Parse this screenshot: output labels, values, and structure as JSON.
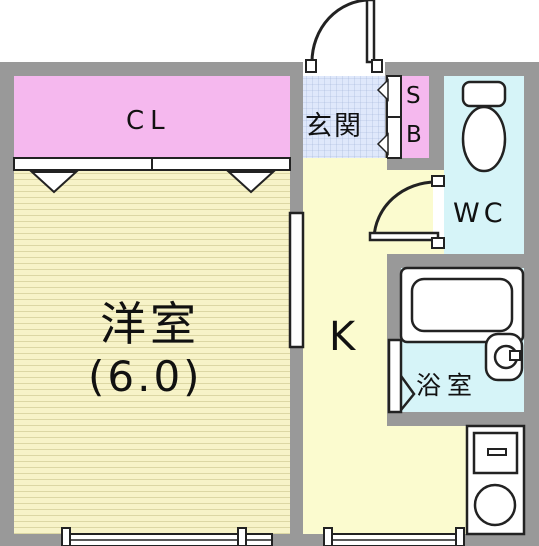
{
  "rooms": {
    "closet": {
      "label": "CL",
      "color": "#f5b8ee"
    },
    "entrance": {
      "label": "玄関"
    },
    "shoe_box": {
      "label_top": "S",
      "label_bottom": "B",
      "color": "#f5b8ee"
    },
    "toilet": {
      "label": "WC",
      "color": "#d6f4f8"
    },
    "western_room": {
      "label": "洋室",
      "size": "(6.0)",
      "color": "#f7f3c8"
    },
    "kitchen": {
      "label": "K",
      "color": "#fbfbcf"
    },
    "bath": {
      "label": "浴室",
      "color": "#d6f4f8"
    }
  },
  "colors": {
    "wall": "#999999",
    "outline": "#222222",
    "entrance_tile": "#dfe8fb"
  }
}
